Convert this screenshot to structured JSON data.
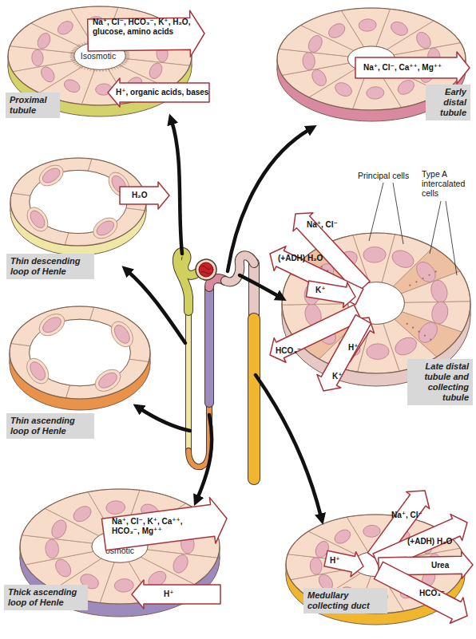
{
  "diagram": {
    "nodes": [
      {
        "text": [
          "Proximal tubule",
          "Isosmotic"
        ]
      },
      {
        "text": [
          "Early distal tubule"
        ]
      },
      {
        "text": [
          "Thin descending loop of Henle"
        ]
      },
      {
        "text": [
          "Late distal tubule and collecting tubule"
        ]
      },
      {
        "text": [
          "Thin ascending loop of Henle"
        ]
      },
      {
        "text": [
          "Thick ascending loop of Henle",
          "Hypo- osmotic"
        ]
      },
      {
        "text": [
          "Medullary collecting duct"
        ]
      }
    ],
    "labels": [
      "Na⁺, Cl⁻, HCO₃⁻, K⁺, H₂O, glucose, amino acids",
      "H⁺, organic acids, bases",
      "H₂O",
      "Na⁺, Cl⁻, Ca⁺⁺, Mg⁺⁺",
      "Principal cells",
      "Type A intercalated cells",
      "Na⁺, Cl⁻",
      "K⁺",
      "(+ADH) H₂O",
      "H⁺",
      "HCO₃⁻",
      "K⁺",
      "Na⁺, Cl⁻, K⁺, Ca⁺⁺, HCO₃⁻, Mg⁺⁺",
      "H⁺",
      "Na⁺, Cl⁻",
      "(+ADH) H₂O",
      "Urea",
      "H⁺",
      "HCO₃⁻"
    ]
  }
}
